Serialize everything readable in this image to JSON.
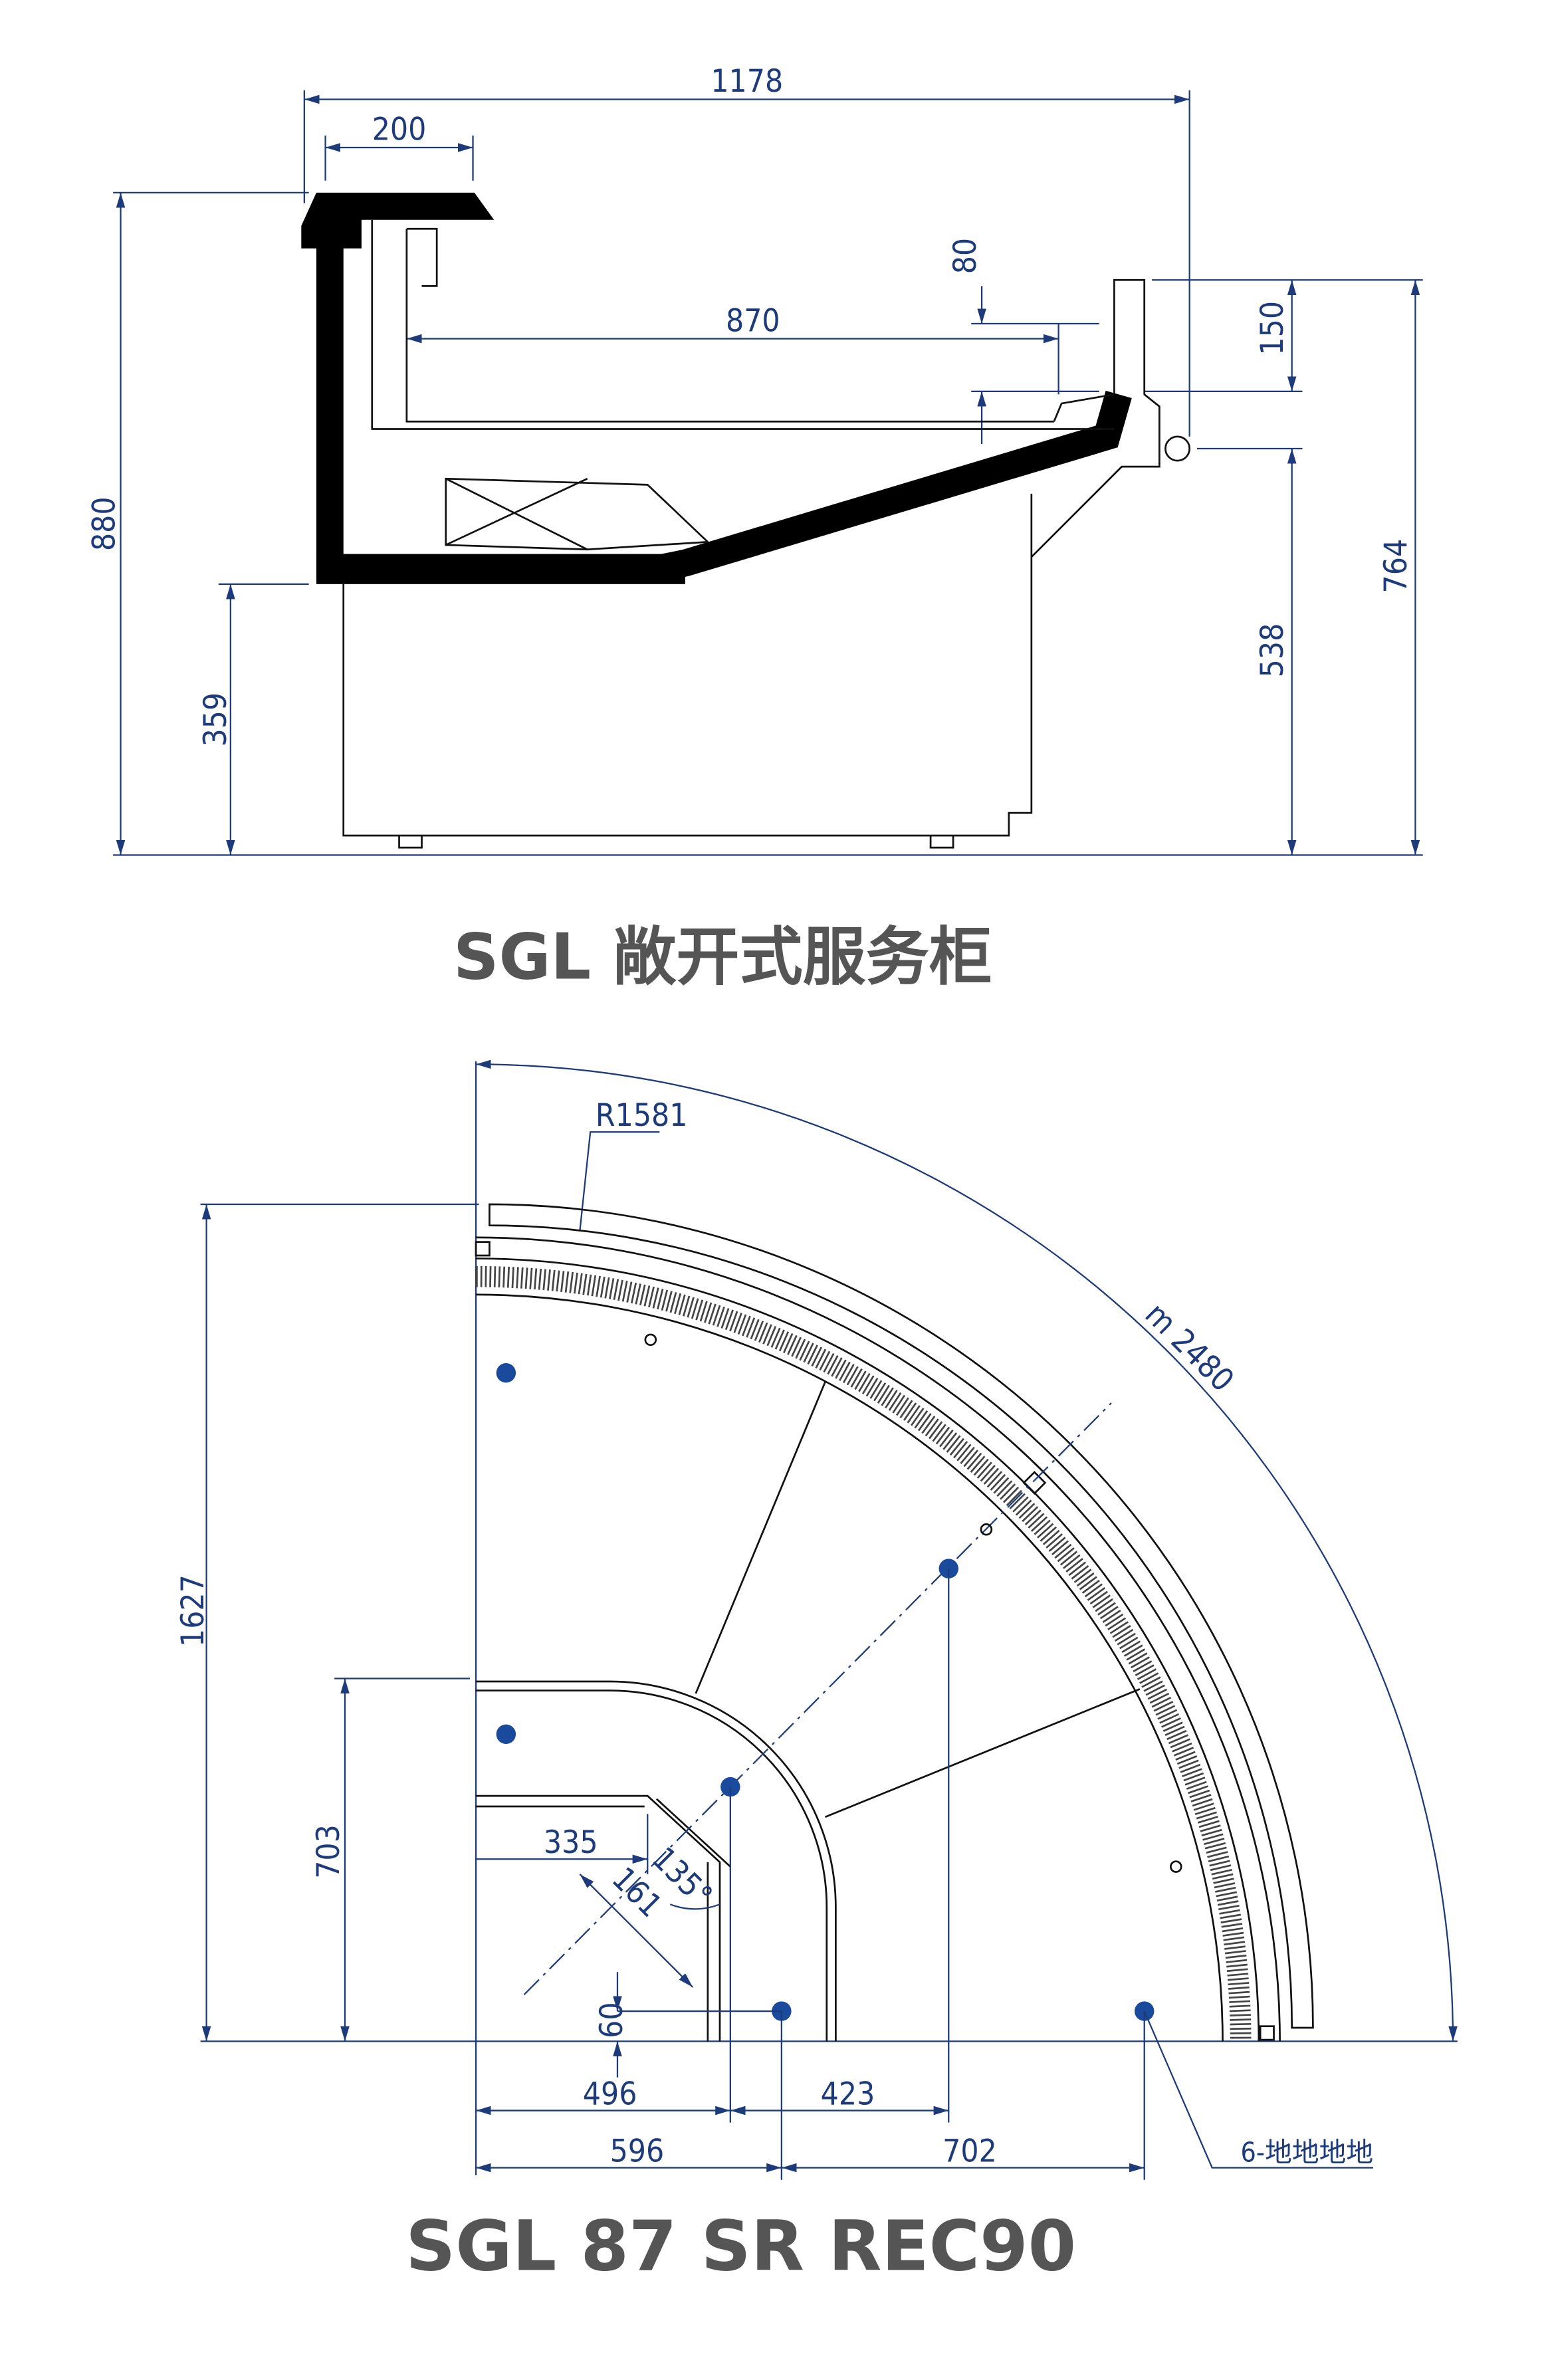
{
  "side_view": {
    "title": "SGL 敞开式服务柜",
    "dims": {
      "total_width": "1178",
      "top_shelf": "200",
      "height": "880",
      "base_height": "359",
      "inner_width": "870",
      "glass_drop": "80",
      "glass_height": "150",
      "front_height": "764",
      "counter_height": "538"
    }
  },
  "plan_view": {
    "title": "SGL 87 SR REC90",
    "dims": {
      "radius": "R1581",
      "arc_length": "m 2480",
      "depth": "1627",
      "inner_depth": "703",
      "inner_offset": "335",
      "diag": "161",
      "angle": "135°",
      "foot_offset": "60",
      "x1": "496",
      "x2": "423",
      "x3": "596",
      "x4": "702"
    },
    "feet_label": "6-地地地地"
  },
  "colors": {
    "dimension": "#1d3b7a",
    "foot_dot": "#1a4a9c",
    "title": "#555555"
  }
}
